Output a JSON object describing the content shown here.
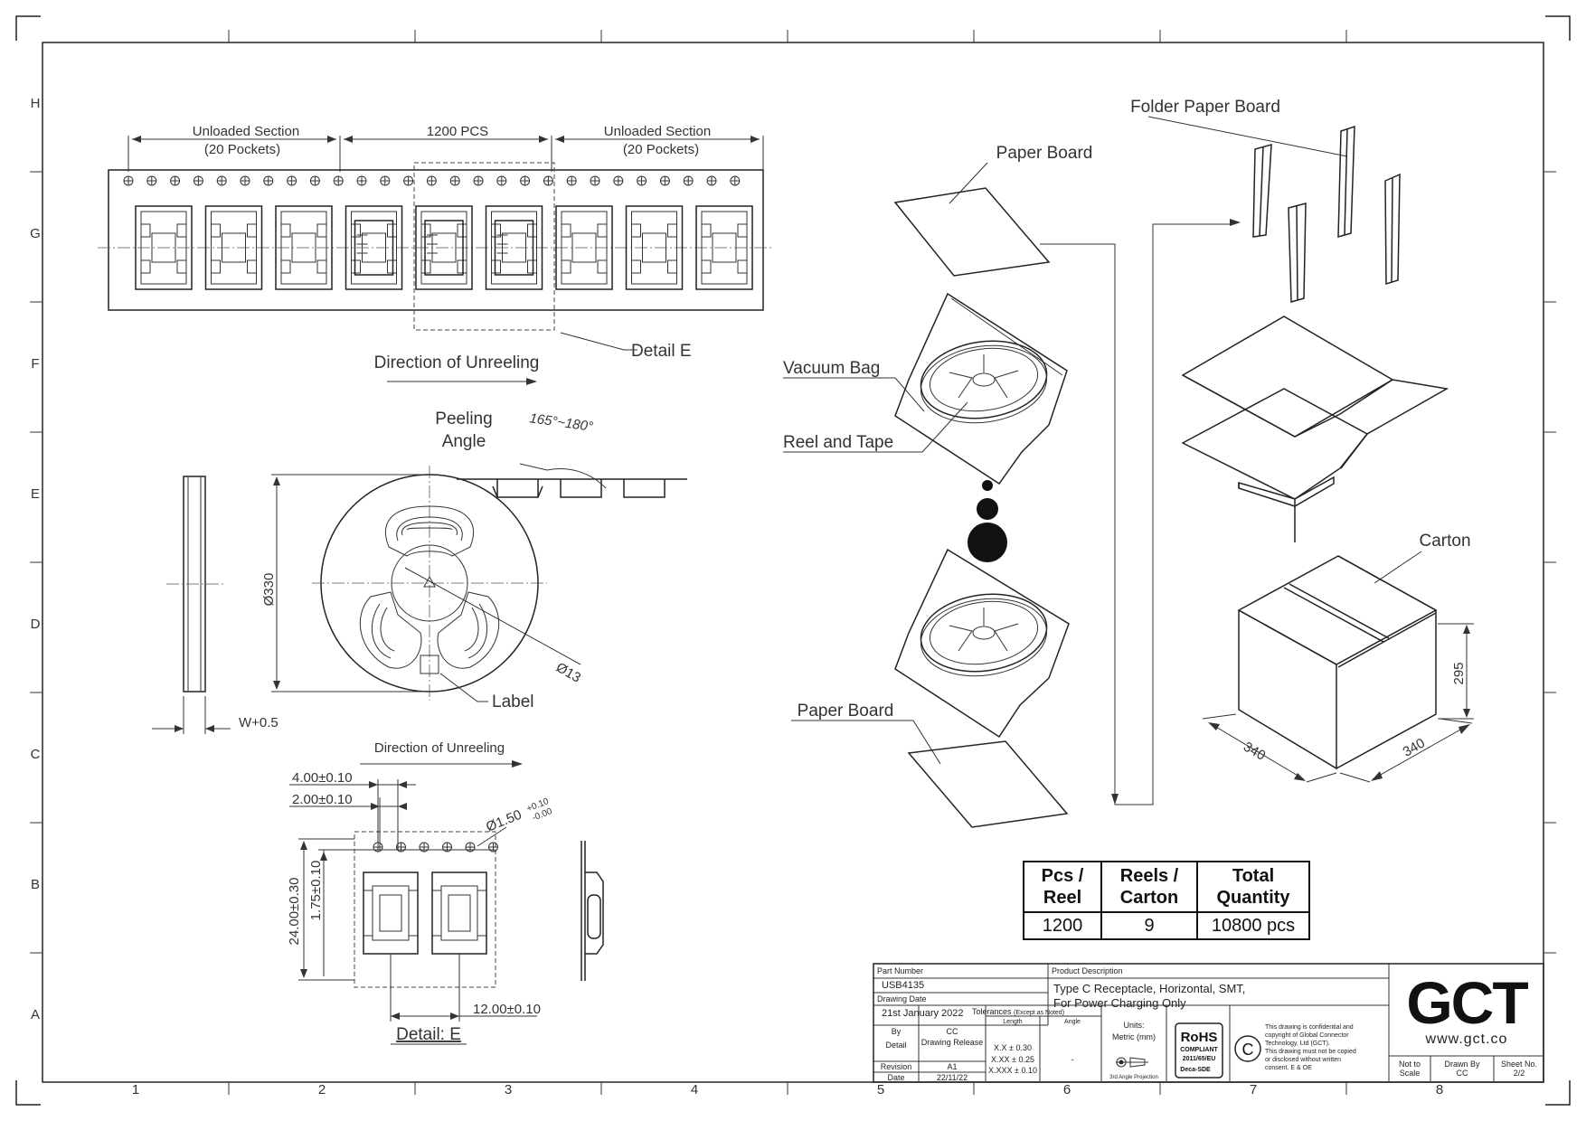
{
  "zone_columns": [
    "1",
    "2",
    "3",
    "4",
    "5",
    "6",
    "7",
    "8"
  ],
  "zone_rows": [
    "H",
    "G",
    "F",
    "E",
    "D",
    "C",
    "B",
    "A"
  ],
  "tape": {
    "unloaded_left": "Unloaded Section",
    "unloaded_left_sub": "(20 Pockets)",
    "center": "1200 PCS",
    "unloaded_right": "Unloaded Section",
    "unloaded_right_sub": "(20 Pockets)",
    "detail_callout": "Detail E",
    "direction": "Direction of Unreeling"
  },
  "reel": {
    "peeling_angle_line1": "Peeling",
    "peeling_angle_line2": "Angle",
    "angle_range": "165°~180°",
    "diameter": "Ø330",
    "hub_diameter": "Ø13",
    "label": "Label",
    "width": "W+0.5"
  },
  "detail": {
    "direction": "Direction of Unreeling",
    "pitch": "4.00±0.10",
    "hole_offset": "2.00±0.10",
    "hole_dia": "Ø1.50",
    "hole_tol_plus": "+0.10",
    "hole_tol_minus": "-0.00",
    "width": "24.00±0.30",
    "edge": "1.75±0.10",
    "pocket_pitch": "12.00±0.10",
    "title": "Detail: E"
  },
  "packing": {
    "folder_board": "Folder Paper Board",
    "paper_board_top": "Paper Board",
    "vacuum_bag": "Vacuum Bag",
    "reel_tape": "Reel and Tape",
    "paper_board_bottom": "Paper Board",
    "carton": "Carton",
    "dim_height": "295",
    "dim_len1": "340",
    "dim_len2": "340"
  },
  "qty_table": {
    "headers": [
      [
        "Pcs /",
        "Reel"
      ],
      [
        "Reels /",
        "Carton"
      ],
      [
        "Total",
        "Quantity"
      ]
    ],
    "values": [
      "1200",
      "9",
      "10800 pcs"
    ]
  },
  "title_block": {
    "part_number_label": "Part Number",
    "part_number": "USB4135",
    "drawing_date_label": "Drawing Date",
    "drawing_date": "21st January 2022",
    "product_desc_label": "Product Description",
    "product_desc_1": "Type C Receptacle, Horizontal, SMT,",
    "product_desc_2": "For Power Charging Only",
    "by_label": "By",
    "by": "CC",
    "detail_label": "Detail",
    "detail": "Drawing Release",
    "revision_label": "Revision",
    "revision": "A1",
    "date_label": "Date",
    "date": "22/11/22",
    "tolerances_label": "Tolerances",
    "tolerances_note": "(Except as Noted)",
    "length_label": "Length",
    "angle_label": "Angle",
    "tol_1": "X.X ± 0.30",
    "tol_2": "X.XX ± 0.25",
    "tol_3": "X.XXX ± 0.10",
    "angle_tol": "-",
    "units_label": "Units:",
    "units": "Metric (mm)",
    "projection": "3rd Angle Projection",
    "rohs_1": "RoHS",
    "rohs_2": "COMPLIANT",
    "rohs_3": "2011/65/EU",
    "rohs_4": "Deca-SDE",
    "confidential": [
      "This drawing is confidential and",
      "copyright of Global Connector",
      "Technology, Ltd (GCT).",
      "This drawing must not be copied",
      "or disclosed without written",
      "consent. E & OE"
    ],
    "logo": "GCT",
    "website": "www.gct.co",
    "scale_label_1": "Not to",
    "scale_label_2": "Scale",
    "drawn_by_label": "Drawn By",
    "drawn_by": "CC",
    "sheet_label": "Sheet No.",
    "sheet": "2/2"
  }
}
